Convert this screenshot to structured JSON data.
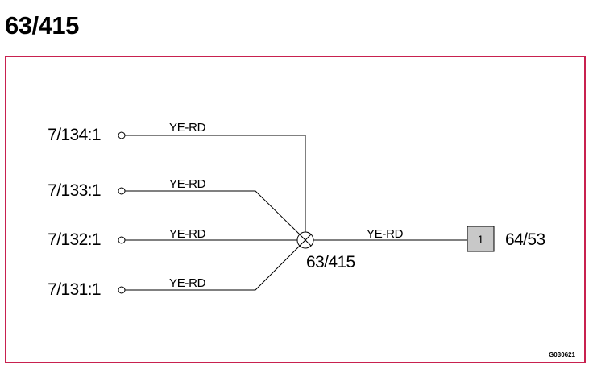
{
  "title": "63/415",
  "sources": [
    {
      "label": "7/134:1",
      "wire": "YE-RD"
    },
    {
      "label": "7/133:1",
      "wire": "YE-RD"
    },
    {
      "label": "7/132:1",
      "wire": "YE-RD"
    },
    {
      "label": "7/131:1",
      "wire": "YE-RD"
    }
  ],
  "splice": {
    "label": "63/415"
  },
  "output": {
    "wire": "YE-RD",
    "pin": "1",
    "label": "64/53"
  },
  "figure_code": "G030621",
  "colors": {
    "frame": "#c8214f",
    "connector_fill": "#c8c8c8"
  }
}
